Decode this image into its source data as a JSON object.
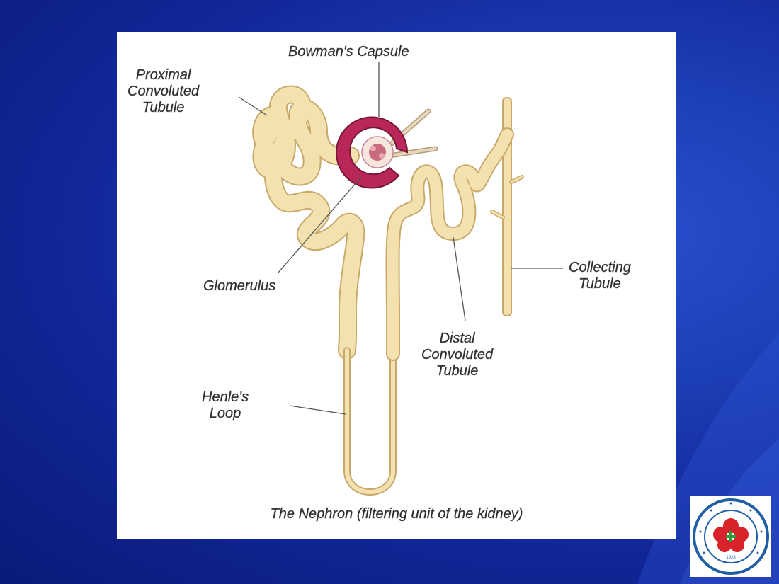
{
  "figure": {
    "labels": {
      "bowmans_capsule": "Bowman's Capsule",
      "proximal_tubule": "Proximal\nConvoluted\nTubule",
      "glomerulus": "Glomerulus",
      "collecting_tubule": "Collecting\nTubule",
      "distal_tubule": "Distal\nConvoluted\nTubule",
      "henles_loop": "Henle's\nLoop"
    },
    "caption": "The Nephron (filtering unit of the kidney)"
  },
  "logo": {
    "year": "1923"
  },
  "colors": {
    "tubule_fill": "#f4e1b0",
    "tubule_stroke": "#c9a96a",
    "capsule": "#b8265a",
    "background": "#1a36a8"
  }
}
